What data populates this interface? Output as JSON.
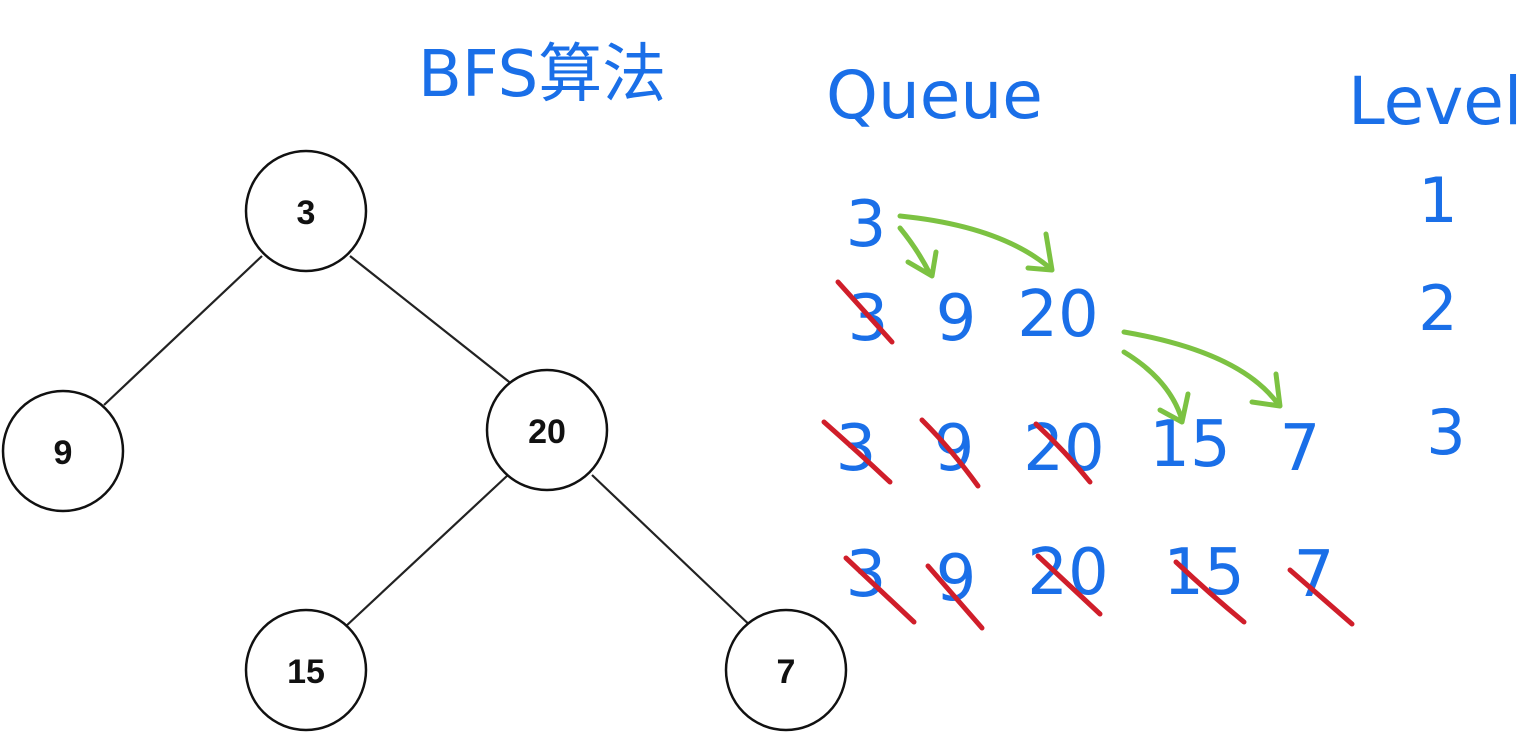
{
  "annotation": {
    "title": "BFS算法",
    "queue_header": "Queue",
    "level_header": "Level"
  },
  "tree": {
    "nodes": [
      {
        "id": "n3",
        "label": "3"
      },
      {
        "id": "n9",
        "label": "9"
      },
      {
        "id": "n20",
        "label": "20"
      },
      {
        "id": "n15",
        "label": "15"
      },
      {
        "id": "n7",
        "label": "7"
      }
    ],
    "edges": [
      {
        "from": "n3",
        "to": "n9"
      },
      {
        "from": "n3",
        "to": "n20"
      },
      {
        "from": "n20",
        "to": "n15"
      },
      {
        "from": "n20",
        "to": "n7"
      }
    ]
  },
  "queue_rows": [
    {
      "items": [
        {
          "label": "3",
          "dequeued": false
        }
      ]
    },
    {
      "items": [
        {
          "label": "3",
          "dequeued": true
        },
        {
          "label": "9",
          "dequeued": false
        },
        {
          "label": "20",
          "dequeued": false
        }
      ]
    },
    {
      "items": [
        {
          "label": "3",
          "dequeued": true
        },
        {
          "label": "9",
          "dequeued": true
        },
        {
          "label": "20",
          "dequeued": true
        },
        {
          "label": "15",
          "dequeued": false
        },
        {
          "label": "7",
          "dequeued": false
        }
      ]
    },
    {
      "items": [
        {
          "label": "3",
          "dequeued": true
        },
        {
          "label": "9",
          "dequeued": true
        },
        {
          "label": "20",
          "dequeued": true
        },
        {
          "label": "15",
          "dequeued": true
        },
        {
          "label": "7",
          "dequeued": true
        }
      ]
    }
  ],
  "levels": [
    "1",
    "2",
    "3"
  ],
  "colors": {
    "ink_blue": "#1a6fe8",
    "strike_red": "#d01e2a",
    "arrow_green": "#7cc242",
    "node_stroke": "#111111"
  }
}
